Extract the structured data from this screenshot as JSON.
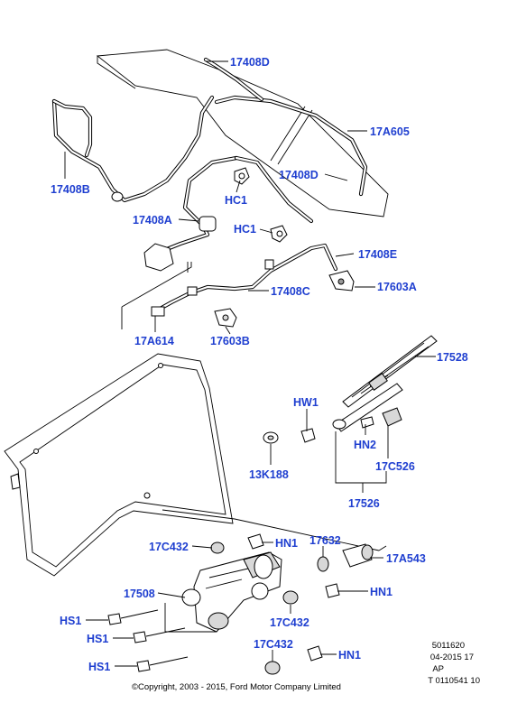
{
  "callouts": {
    "c17408D_top": "17408D",
    "c17A605": "17A605",
    "c17408B": "17408B",
    "c17408D_mid": "17408D",
    "cHC1_a": "HC1",
    "c17408A": "17408A",
    "cHC1_b": "HC1",
    "c17408E": "17408E",
    "c17603A": "17603A",
    "c17408C": "17408C",
    "c17A614": "17A614",
    "c17603B": "17603B",
    "c17528": "17528",
    "cHW1": "HW1",
    "cHN2": "HN2",
    "c13K188": "13K188",
    "c17C526": "17C526",
    "c17526": "17526",
    "c17C432_a": "17C432",
    "cHN1_a": "HN1",
    "c17632": "17632",
    "c17A543": "17A543",
    "c17508": "17508",
    "cHN1_b": "HN1",
    "cHS1_a": "HS1",
    "c17C432_b": "17C432",
    "cHS1_b": "HS1",
    "c17C432_c": "17C432",
    "cHN1_c": "HN1",
    "cHS1_c": "HS1"
  },
  "meta": {
    "line1": "5011620",
    "line2": "04-2015 17",
    "line3": "AP",
    "line4": "T 0110541 10",
    "copyright": "©Copyright, 2003 - 2015, Ford Motor Company Limited"
  },
  "colors": {
    "callout": "#1f3fd0",
    "lines": "#000000"
  }
}
